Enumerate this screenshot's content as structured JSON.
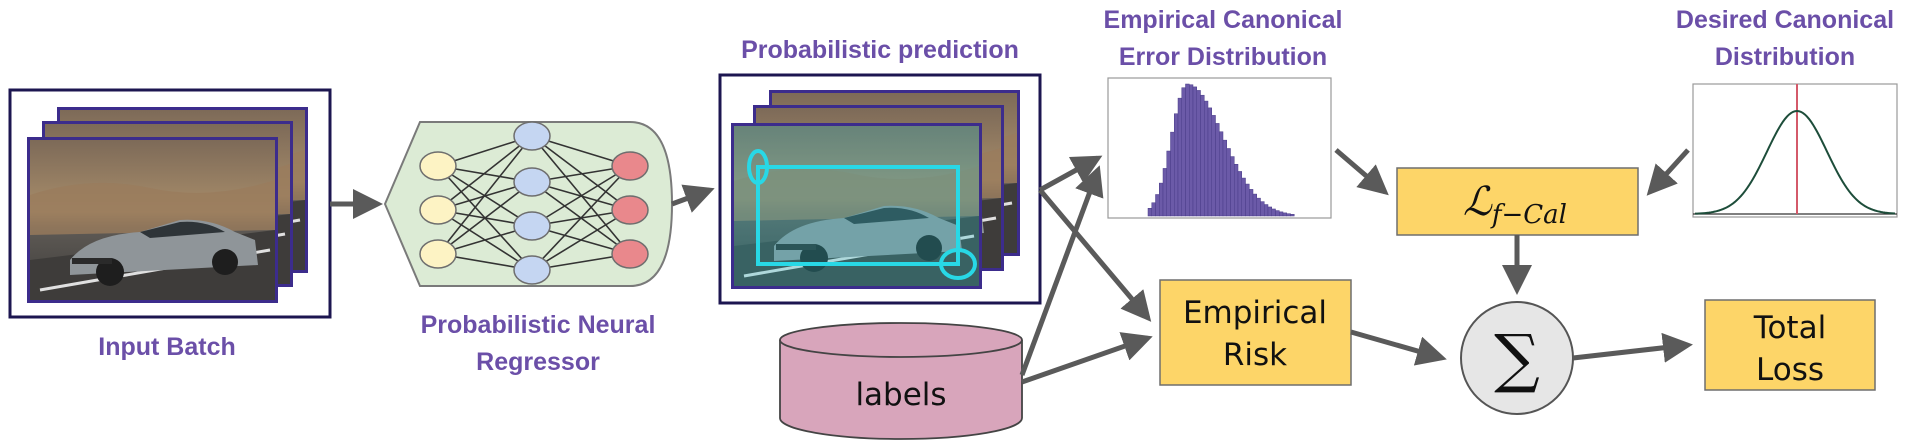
{
  "labels": {
    "input_batch": "Input Batch",
    "regressor_line1": "Probabilistic Neural",
    "regressor_line2": "Regressor",
    "prob_prediction": "Probabilistic prediction",
    "empirical_dist_line1": "Empirical Canonical",
    "empirical_dist_line2": "Error Distribution",
    "desired_dist_line1": "Desired Canonical",
    "desired_dist_line2": "Distribution",
    "labels_db": "labels",
    "empirical_risk_line1": "Empirical",
    "empirical_risk_line2": "Risk",
    "loss_fcal": "ℒ",
    "loss_fcal_sub": "f−Cal",
    "sum_symbol": "∑",
    "total_loss_line1": "Total",
    "total_loss_line2": "Loss"
  },
  "colors": {
    "label_purple": "#6b4fa8",
    "frame_navy": "#1c1650",
    "frame_blue": "#3c2c8c",
    "yellow_box": "#fdd568",
    "db_pink": "#d8a5bb",
    "network_bg": "#dcebd5",
    "histogram": "#6b5aa8",
    "gaussian": "#1d4d3a",
    "red_line": "#d45a6a",
    "bbox_cyan": "#28d8e6",
    "arrow_gray": "#5a5a5a"
  },
  "icons": {
    "car_image": "car-photo-icon",
    "neural_net": "neural-network-icon",
    "database": "database-cylinder-icon",
    "histogram": "histogram-icon",
    "gaussian": "gaussian-curve-icon",
    "sum": "summation-icon"
  }
}
